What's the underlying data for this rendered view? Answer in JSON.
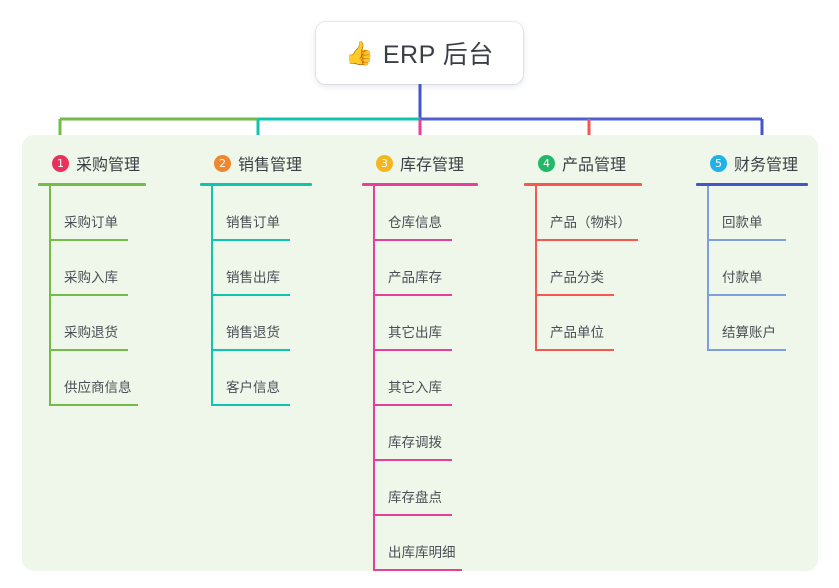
{
  "root": {
    "icon": "thumbs-up-icon",
    "emoji": "👍",
    "title": "ERP 后台"
  },
  "panel": {
    "background_color": "#eef7e9"
  },
  "connector": {
    "trunk_color": "#4356c8",
    "segments": [
      {
        "color": "#76bb4a"
      },
      {
        "color": "#11c4b0"
      },
      {
        "color": "#4f5fcf"
      }
    ]
  },
  "columns": [
    {
      "index": "1",
      "title": "采购管理",
      "badge_color": "#e8315c",
      "line_color": "#76bb4a",
      "drop_color": "#76bb4a",
      "items": [
        {
          "label": "采购订单"
        },
        {
          "label": "采购入库"
        },
        {
          "label": "采购退货"
        },
        {
          "label": "供应商信息"
        }
      ]
    },
    {
      "index": "2",
      "title": "销售管理",
      "badge_color": "#f0862e",
      "line_color": "#11c4b0",
      "drop_color": "#11c4b0",
      "items": [
        {
          "label": "销售订单"
        },
        {
          "label": "销售出库"
        },
        {
          "label": "销售退货"
        },
        {
          "label": "客户信息"
        }
      ]
    },
    {
      "index": "3",
      "title": "库存管理",
      "badge_color": "#f5b622",
      "line_color": "#e8409a",
      "drop_color": "#e8409a",
      "items": [
        {
          "label": "仓库信息"
        },
        {
          "label": "产品库存"
        },
        {
          "label": "其它出库"
        },
        {
          "label": "其它入库"
        },
        {
          "label": "库存调拨"
        },
        {
          "label": "库存盘点"
        },
        {
          "label": "出库库明细"
        }
      ]
    },
    {
      "index": "4",
      "title": "产品管理",
      "badge_color": "#23b869",
      "line_color": "#f4584f",
      "drop_color": "#f4584f",
      "items": [
        {
          "label": "产品（物料）"
        },
        {
          "label": "产品分类"
        },
        {
          "label": "产品单位"
        }
      ]
    },
    {
      "index": "5",
      "title": "财务管理",
      "badge_color": "#22b0e8",
      "line_color": "#4356c8",
      "drop_color": "#7e9ede",
      "items": [
        {
          "label": "回款单"
        },
        {
          "label": "付款单"
        },
        {
          "label": "结算账户"
        }
      ]
    }
  ]
}
